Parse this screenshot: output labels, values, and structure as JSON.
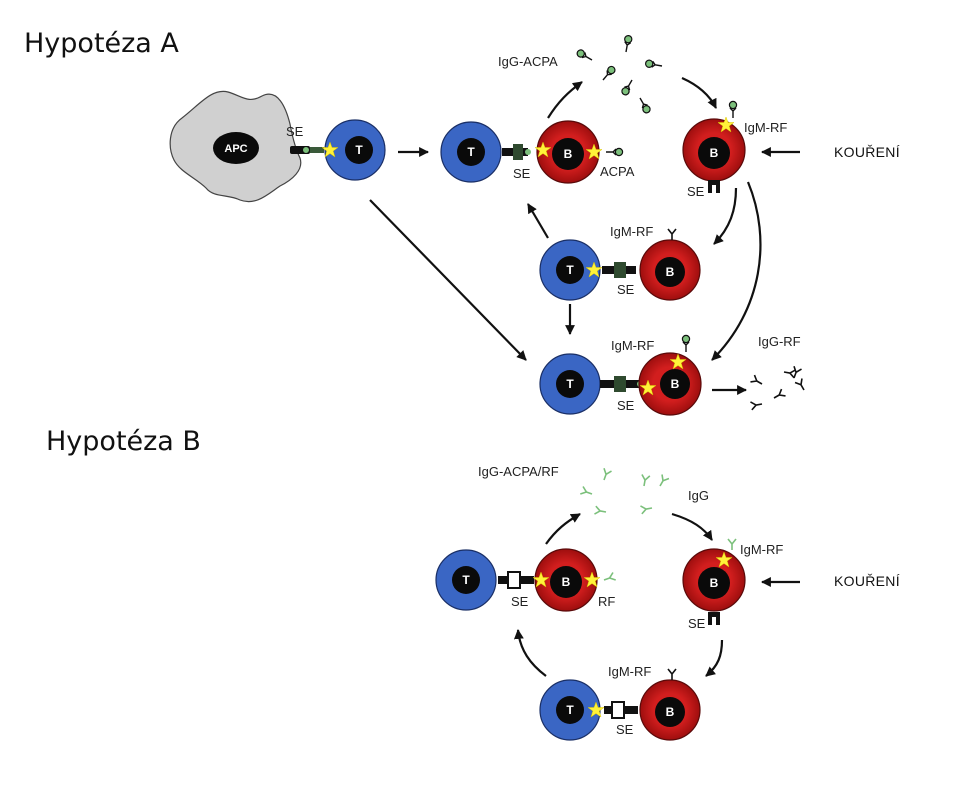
{
  "hypothesis_a": {
    "title": "Hypotéza A",
    "apc_label": "APC",
    "se_label": "SE",
    "t_cell_label": "T",
    "b_cell_label": "B",
    "igg_acpa_label": "IgG-ACPA",
    "igm_rf_label": "IgM-RF",
    "acpa_label": "ACPA",
    "igg_rf_label": "IgG-RF",
    "smoking_label": "KOUŘENÍ"
  },
  "hypothesis_b": {
    "title": "Hypotéza B",
    "igg_acpa_rf_label": "IgG-ACPA/RF",
    "igg_label": "IgG",
    "igm_rf_label": "IgM-RF",
    "rf_label": "RF",
    "se_label": "SE",
    "t_cell_label": "T",
    "b_cell_label": "B",
    "smoking_label": "KOUŘENÍ"
  },
  "colors": {
    "t_cell": "#3a66c4",
    "b_cell": "#cc1a1a",
    "nucleus": "#0a0a0a",
    "apc": "#cfcfcf",
    "antigen_star": "#ffee33",
    "antibody_green": "#7cc07c"
  }
}
